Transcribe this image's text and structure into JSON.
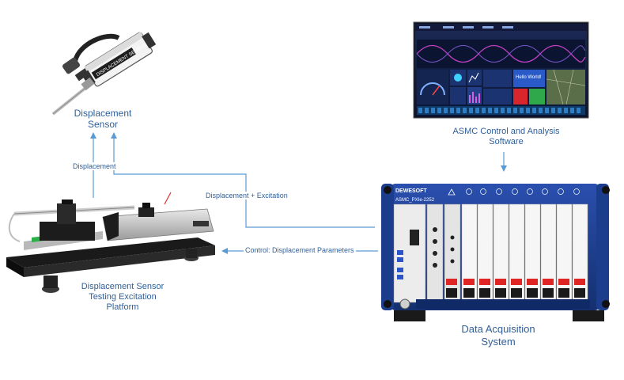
{
  "nodes": {
    "sensor": {
      "label_line1": "Displacement",
      "label_line2": "Sensor",
      "device_text": "DISPLACEMENT SENSOR"
    },
    "software": {
      "label_line1": "ASMC Control and Analysis",
      "label_line2": "Software",
      "screen_widget_text": "Hello World!"
    },
    "platform": {
      "label_line1": "Displacement Sensor",
      "label_line2": "Testing Excitation",
      "label_line3": "Platform"
    },
    "daq": {
      "label_line1": "Data Acquisition",
      "label_line2": "System",
      "chassis_model": "ASMC_PXIe-2252",
      "brand": "DEWESOFT"
    }
  },
  "edges": {
    "displacement": "Displacement",
    "displacement_excitation": "Displacement + Excitation",
    "control": "Control: Displacement Parameters"
  },
  "colors": {
    "accent": "#2f5f9a",
    "arrow": "#5b9bd5",
    "chassis": "#1f3f8f"
  }
}
